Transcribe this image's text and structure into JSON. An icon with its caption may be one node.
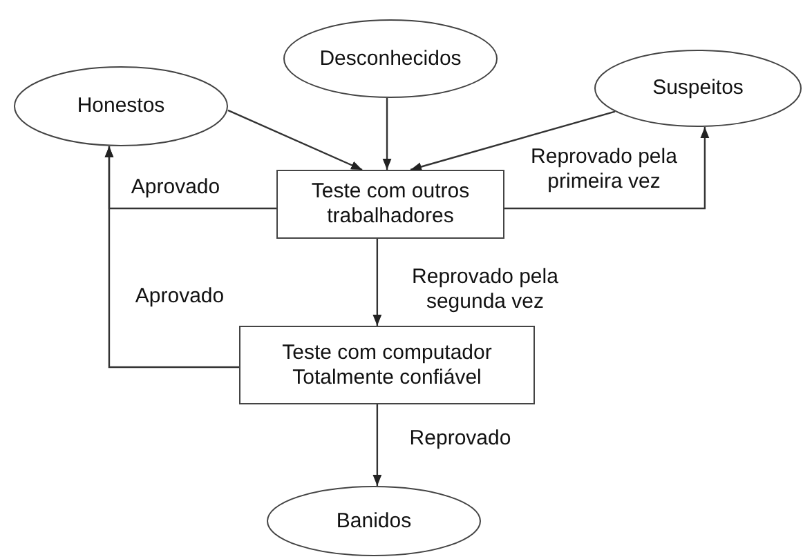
{
  "diagram": {
    "nodes": [
      {
        "text": [
          "Honestos"
        ]
      },
      {
        "text": [
          "Desconhecidos"
        ]
      },
      {
        "text": [
          "Suspeitos"
        ]
      },
      {
        "text": [
          "Teste com outros trabalhadores"
        ]
      },
      {
        "text": [
          "Teste com computador Totalmente confiável"
        ]
      },
      {
        "text": [
          "Banidos"
        ]
      }
    ],
    "edges": [
      {
        "from": 0,
        "to": 3,
        "arrow": "to"
      },
      {
        "from": 1,
        "to": 3,
        "arrow": "to"
      },
      {
        "from": 2,
        "to": 3,
        "arrow": "to"
      },
      {
        "from": 3,
        "to": 2,
        "arrow": "to",
        "label": "Reprovado pela primeira vez"
      },
      {
        "from": 3,
        "to": 0,
        "arrow": "to",
        "label": "Aprovado"
      },
      {
        "from": 3,
        "to": 4,
        "arrow": "to",
        "label": "Reprovado pela segunda vez"
      },
      {
        "from": 4,
        "to": 0,
        "arrow": "to",
        "label": "Aprovado"
      },
      {
        "from": 4,
        "to": 5,
        "arrow": "to",
        "label": "Reprovado"
      }
    ]
  }
}
